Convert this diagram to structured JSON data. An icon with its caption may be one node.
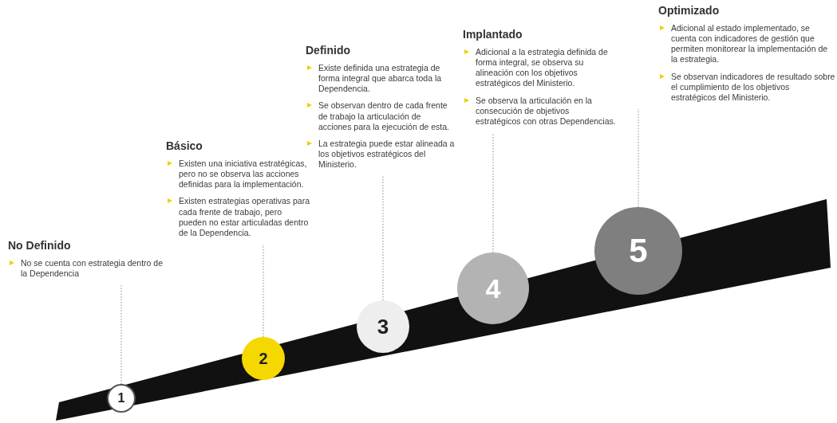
{
  "diagram": {
    "nodes": [
      {
        "text": [
          "No Definido",
          "No se cuenta con estrategia dentro de la Dependencia"
        ]
      },
      {
        "text": [
          "1"
        ]
      },
      {
        "text": [
          "Básico",
          "Existen una iniciativa estratégicas, pero no se observa las acciones definidas para la implementación.",
          "Existen estrategias operativas para cada frente de trabajo, pero pueden no estar articuladas dentro de la Dependencia."
        ]
      },
      {
        "text": [
          "2"
        ]
      },
      {
        "text": [
          "Definido",
          "Existe definida una estrategia de forma integral que abarca toda la Dependencia.",
          "Se observan dentro de cada frente de trabajo la articulación de acciones para la ejecución de esta.",
          "La estrategia puede estar alineada a los objetivos estratégicos del Ministerio."
        ]
      },
      {
        "text": [
          "3"
        ]
      },
      {
        "text": [
          "Implantado",
          "Adicional a la estrategia definida de forma integral, se observa su alineación con los objetivos estratégicos del Ministerio.",
          "Se observa la articulación en la consecución de objetivos estratégicos con otras Dependencias."
        ]
      },
      {
        "text": [
          "4"
        ]
      },
      {
        "text": [
          "Optimizado",
          "Adicional al estado implementado, se cuenta con indicadores de gestión que permiten monitorear la implementación de la estrategia.",
          "Se observan indicadores de resultado sobre el cumplimiento de los objetivos estratégicos del Ministerio."
        ]
      },
      {
        "text": [
          "5"
        ]
      }
    ],
    "edges": [
      {
        "from": 1,
        "to": 0,
        "arrow": "none",
        "style": "dashed"
      },
      {
        "from": 3,
        "to": 2,
        "arrow": "none",
        "style": "dashed"
      },
      {
        "from": 5,
        "to": 4,
        "arrow": "none",
        "style": "dashed"
      },
      {
        "from": 7,
        "to": 6,
        "arrow": "none",
        "style": "dashed"
      },
      {
        "from": 9,
        "to": 8,
        "arrow": "none",
        "style": "dashed"
      }
    ]
  }
}
